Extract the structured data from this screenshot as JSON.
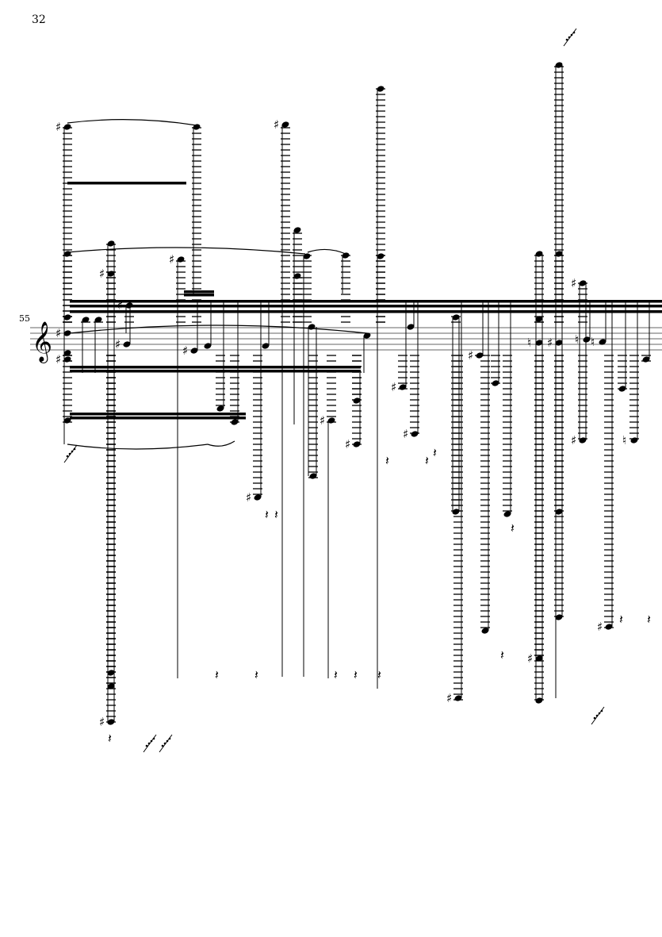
{
  "page": {
    "number": "32"
  },
  "system": {
    "measure_number": "55",
    "clef": "treble"
  }
}
